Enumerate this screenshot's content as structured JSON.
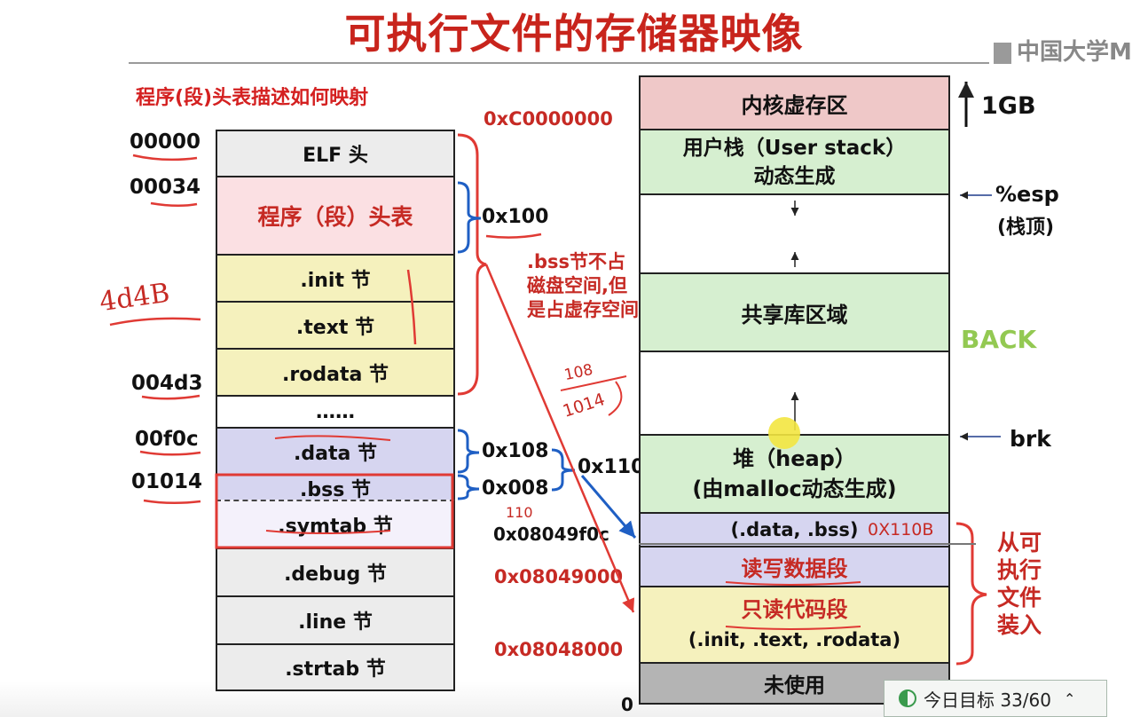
{
  "title": "可执行文件的存储器映像",
  "logo_text": "中国大学M",
  "subtitle": "程序(段)头表描述如何映射",
  "elf_sections": [
    {
      "label": "ELF 头",
      "color": "#ececec"
    },
    {
      "label": "程序（段）头表",
      "color": "#fbe0e3"
    },
    {
      "label": ".init 节",
      "color": "#f5f1bd"
    },
    {
      "label": ".text 节",
      "color": "#f5f1bd"
    },
    {
      "label": ".rodata 节",
      "color": "#f5f1bd"
    },
    {
      "label": "……",
      "color": "#ffffff"
    },
    {
      "label": ".data 节",
      "color": "#d6d5f0"
    },
    {
      "label": ".bss 节",
      "color": "#d6d5f0"
    },
    {
      "label": ".symtab 节",
      "color": "#f4f1fb"
    },
    {
      "label": ".debug 节",
      "color": "#ececec"
    },
    {
      "label": ".line 节",
      "color": "#ececec"
    },
    {
      "label": ".strtab 节",
      "color": "#ececec"
    }
  ],
  "file_offsets": [
    "00000",
    "00034",
    "004d3",
    "00f0c",
    "01014"
  ],
  "handwritten_size": "4d4B",
  "offset_labels": {
    "elf_header_size": "0x100",
    "data_size": "0x108",
    "bss_size": "0x008",
    "combined": "0x110"
  },
  "bss_note": ".bss节不占磁盘空间,但是占虚存空间",
  "handwritten_calc": {
    "a": "108",
    "b": "1014",
    "c": "110"
  },
  "memory_regions": [
    {
      "label": "内核虚存区",
      "color": "#efc8c8"
    },
    {
      "label": "用户栈（User stack）",
      "sub": "动态生成",
      "color": "#d6efd0"
    },
    {
      "label": "",
      "color": "#ffffff"
    },
    {
      "label": "共享库区域",
      "color": "#d6efd0"
    },
    {
      "label": "",
      "color": "#ffffff"
    },
    {
      "label": "堆（heap）",
      "sub": "(由malloc动态生成)",
      "color": "#d6efd0"
    },
    {
      "label": "(.data, .bss)",
      "color": "#d6d5f0"
    },
    {
      "label": "读写数据段",
      "color": "#d6d5f0"
    },
    {
      "label": "只读代码段",
      "sub": "(.init, .text, .rodata)",
      "color": "#f5f1bd"
    },
    {
      "label": "未使用",
      "color": "#b4b4b4"
    }
  ],
  "memory_addresses": [
    "0xC0000000",
    "0x08049f0c",
    "0x08049000",
    "0x08048000",
    "0"
  ],
  "handwritten_region_size": "0X110B",
  "right_labels": {
    "gb": "1GB",
    "esp": "%esp",
    "esp_sub": "(栈顶)",
    "back": "BACK",
    "brk": "brk"
  },
  "loaded_from_exec": "从可执行文件装入",
  "progress_badge": {
    "text": "今日目标 33/60",
    "done": 33,
    "total": 60
  }
}
